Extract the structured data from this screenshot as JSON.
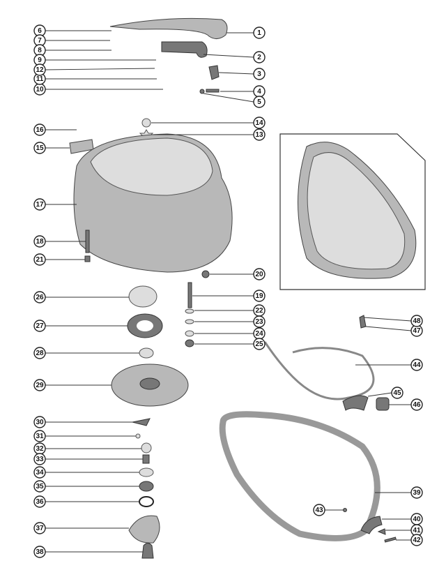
{
  "callouts": [
    "1",
    "2",
    "3",
    "4",
    "5",
    "6",
    "7",
    "8",
    "9",
    "10",
    "11",
    "12",
    "13",
    "14",
    "15",
    "16",
    "17",
    "18",
    "19",
    "20",
    "21",
    "22",
    "23",
    "24",
    "25",
    "26",
    "27",
    "28",
    "29",
    "30",
    "31",
    "32",
    "33",
    "34",
    "35",
    "36",
    "37",
    "38",
    "39",
    "40",
    "41",
    "42",
    "43",
    "44",
    "45",
    "46",
    "47",
    "48"
  ]
}
